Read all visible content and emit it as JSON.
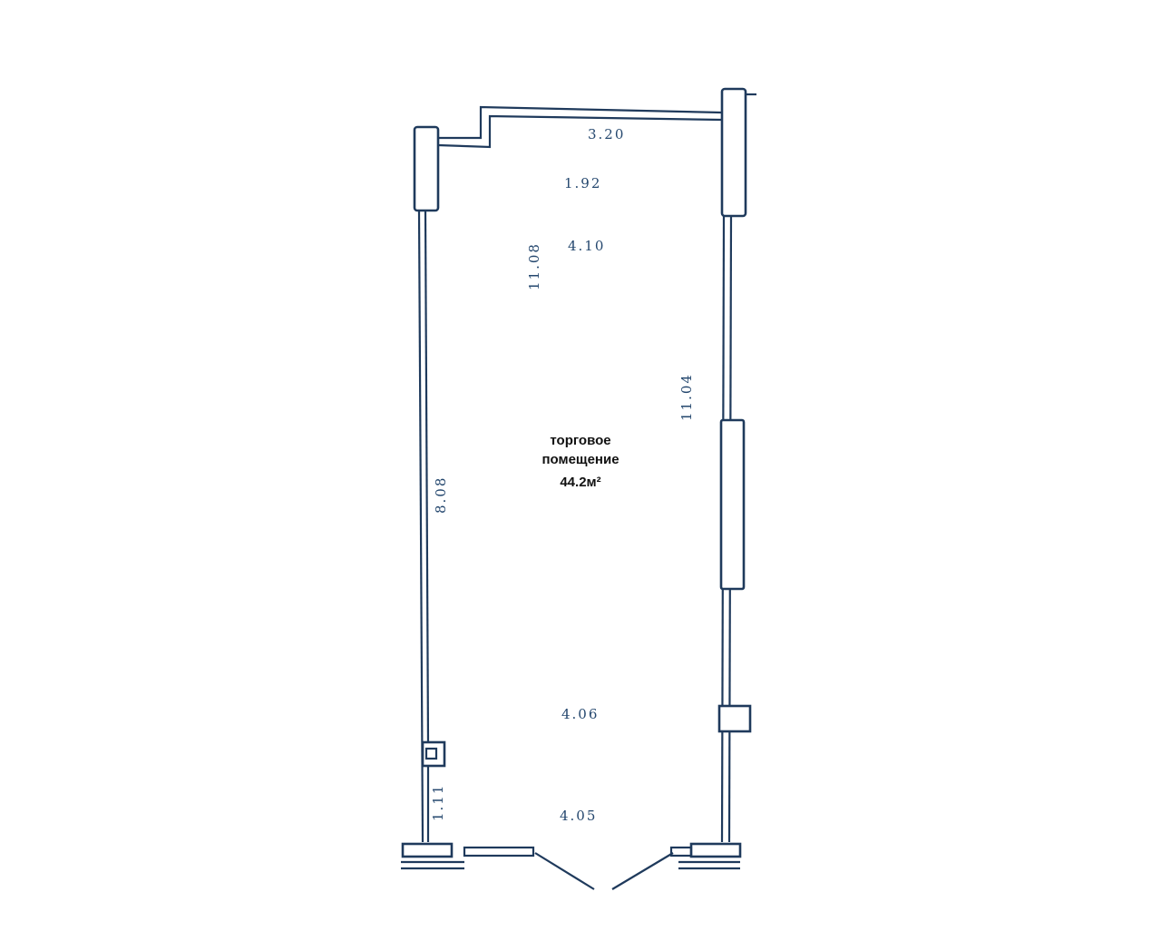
{
  "room": {
    "name_line1": "торговое",
    "name_line2": "помещение",
    "area": "44.2м²"
  },
  "dimensions": {
    "top_width": "3.20",
    "upper_width": "1.92",
    "mid_width": "4.10",
    "left_inner_length": "11.08",
    "right_length": "11.04",
    "left_length": "8.08",
    "lower_width": "4.06",
    "bottom_width": "4.05",
    "left_small": "1.11"
  },
  "colors": {
    "line": "#1f3a5c"
  }
}
